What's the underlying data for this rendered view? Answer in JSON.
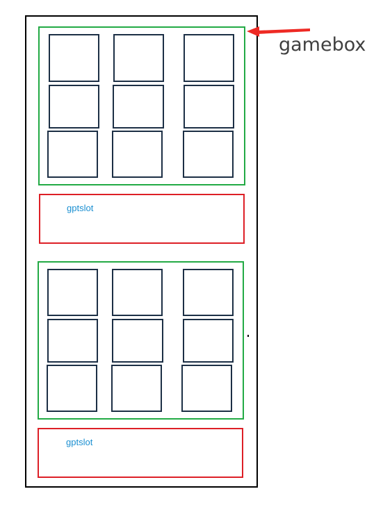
{
  "annotation": {
    "label": "gamebox"
  },
  "sections": [
    {
      "gamebox": {
        "rows": 3,
        "cols": 3
      },
      "gptslot": {
        "label": "gptslot"
      }
    },
    {
      "gamebox": {
        "rows": 3,
        "cols": 3
      },
      "gptslot": {
        "label": "gptslot"
      }
    }
  ],
  "colors": {
    "outline": "#000000",
    "gamebox": "#22aa44",
    "gptslot": "#dd1f26",
    "tile": "#1c2f45",
    "slot_text": "#1a8fd1",
    "arrow": "#ee2a24",
    "annotation_text": "#404040"
  }
}
